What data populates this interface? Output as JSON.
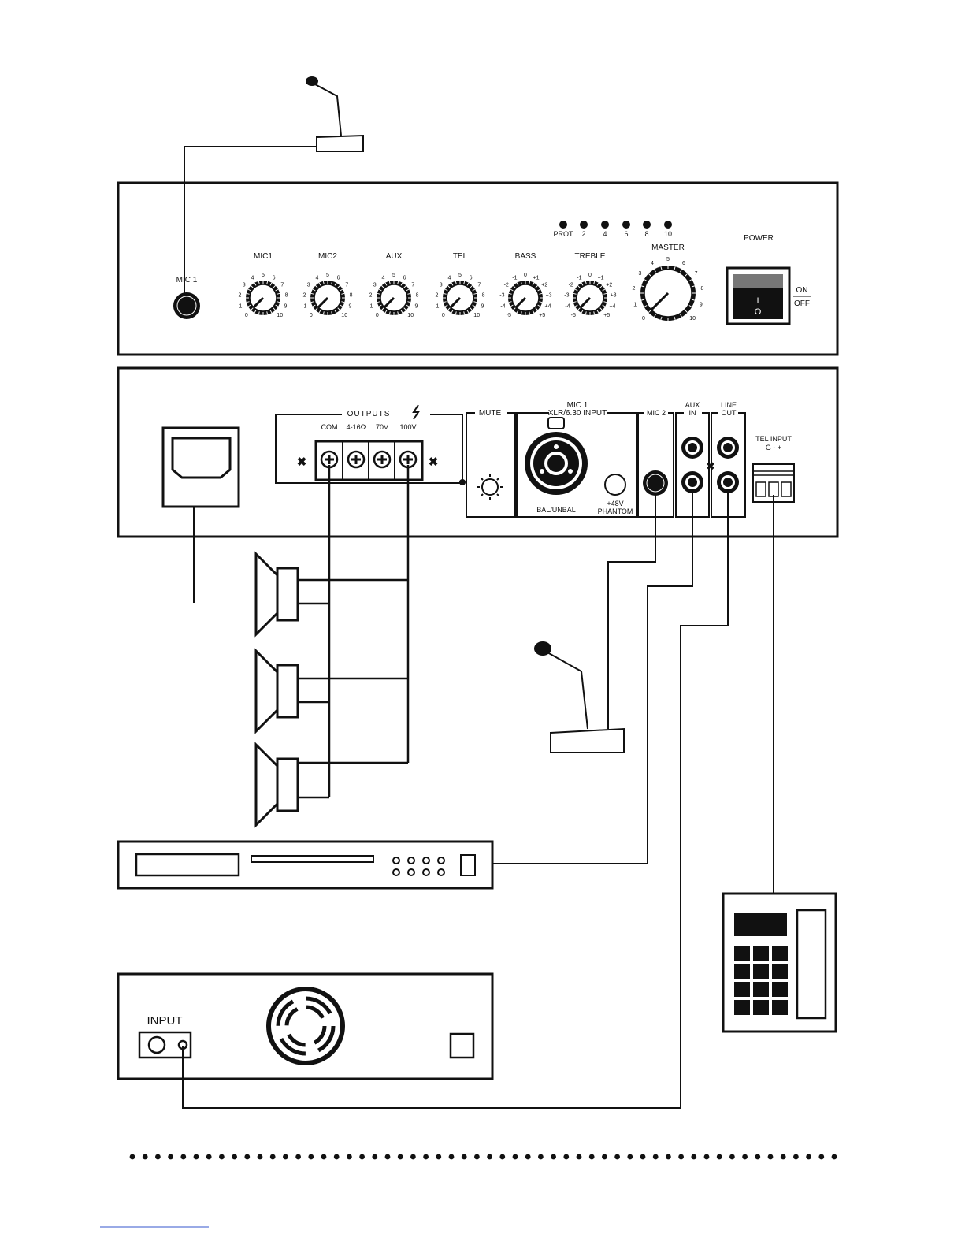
{
  "front_panel": {
    "mic1_input_label": "MIC 1",
    "led_labels": [
      "PROT",
      "2",
      "4",
      "6",
      "8",
      "10"
    ],
    "knobs": [
      {
        "label": "MIC1",
        "scale": [
          "0",
          "1",
          "2",
          "3",
          "4",
          "5",
          "6",
          "7",
          "8",
          "9",
          "10"
        ]
      },
      {
        "label": "MIC2",
        "scale": [
          "0",
          "1",
          "2",
          "3",
          "4",
          "5",
          "6",
          "7",
          "8",
          "9",
          "10"
        ]
      },
      {
        "label": "AUX",
        "scale": [
          "0",
          "1",
          "2",
          "3",
          "4",
          "5",
          "6",
          "7",
          "8",
          "9",
          "10"
        ]
      },
      {
        "label": "TEL",
        "scale": [
          "0",
          "1",
          "2",
          "3",
          "4",
          "5",
          "6",
          "7",
          "8",
          "9",
          "10"
        ]
      },
      {
        "label": "BASS",
        "scale": [
          "-5",
          "-4",
          "-3",
          "-2",
          "-1",
          "0",
          "+1",
          "+2",
          "+3",
          "+4",
          "+5"
        ]
      },
      {
        "label": "TREBLE",
        "scale": [
          "-5",
          "-4",
          "-3",
          "-2",
          "-1",
          "0",
          "+1",
          "+2",
          "+3",
          "+4",
          "+5"
        ]
      }
    ],
    "master": {
      "label": "MASTER",
      "scale": [
        "0",
        "1",
        "2",
        "3",
        "4",
        "5",
        "6",
        "7",
        "8",
        "9",
        "10"
      ]
    },
    "power_label": "POWER",
    "on_label": "ON",
    "off_label": "OFF",
    "switch_on_symbol": "I",
    "switch_off_symbol": "O"
  },
  "rear_panel": {
    "outputs_label": "OUTPUTS",
    "terminal_labels": [
      "COM",
      "4-16Ω",
      "70V",
      "100V"
    ],
    "mute_label": "MUTE",
    "mic1_label": "MIC 1",
    "xlr_label": "XLR/6.30 INPUT",
    "balance_label": "BAL/UNBAL",
    "phantom_label_1": "+48V",
    "phantom_label_2": "PHANTOM",
    "mic2_label": "MIC 2",
    "aux_label_1": "AUX",
    "aux_label_2": "IN",
    "line_label_1": "LINE",
    "line_label_2": "OUT",
    "tel_label": "TEL INPUT",
    "tel_pins": "G  -  +"
  },
  "power_amp": {
    "input_label": "INPUT"
  },
  "icons": [
    "microphone-icon",
    "speaker-icon",
    "cd-player-icon",
    "telephone-icon",
    "fan-icon",
    "power-socket-icon",
    "lightning-icon"
  ]
}
